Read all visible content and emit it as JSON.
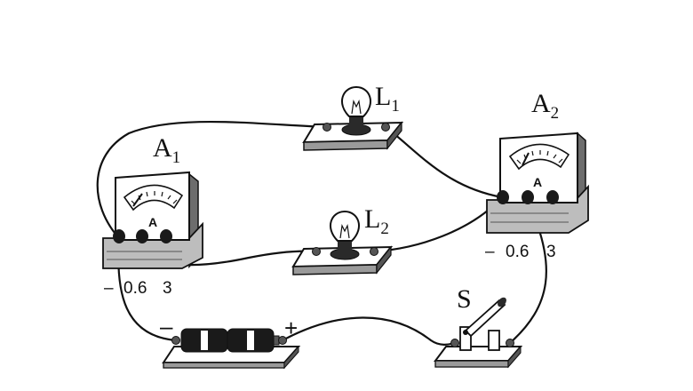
{
  "labels": {
    "l1": {
      "main": "L",
      "sub": "1"
    },
    "l2": {
      "main": "L",
      "sub": "2"
    },
    "a1": {
      "main": "A",
      "sub": "1"
    },
    "a2": {
      "main": "A",
      "sub": "2"
    },
    "switch": "S"
  },
  "ammeter_dial_symbol": "A",
  "ammeter_terminals": {
    "minus": "–",
    "low": "0.6",
    "high": "3"
  },
  "battery_signs": {
    "negative": "–",
    "positive": "+"
  }
}
